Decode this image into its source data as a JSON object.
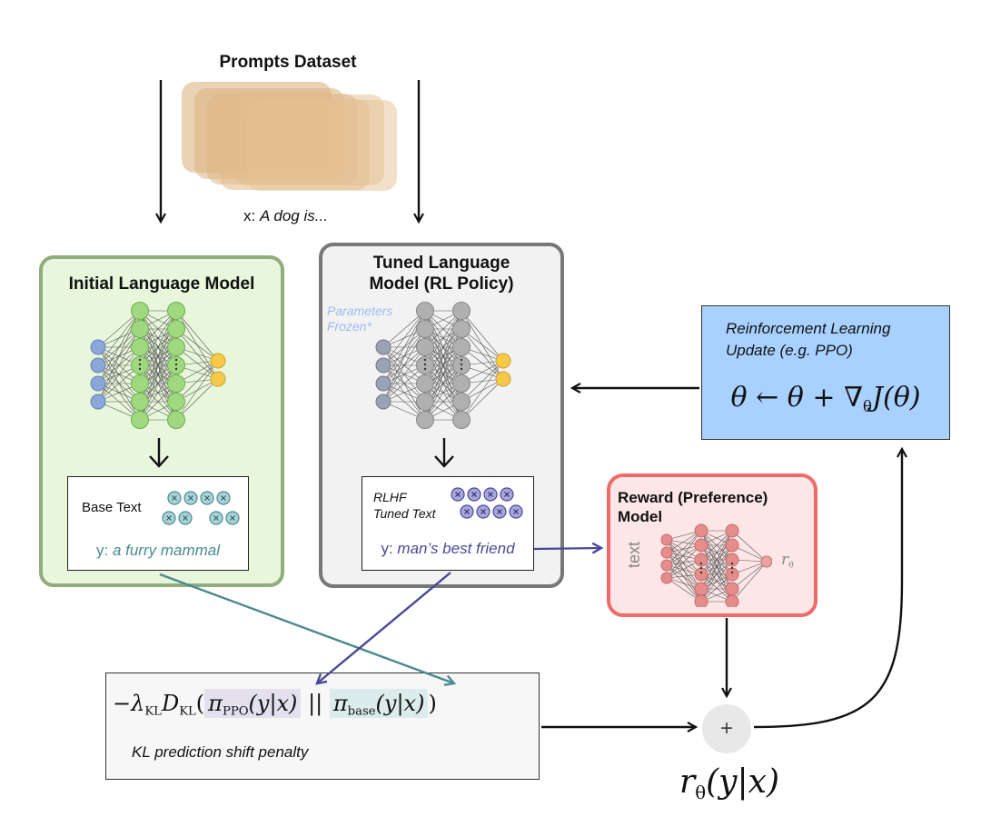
{
  "prompts": {
    "title": "Prompts Dataset",
    "x_label": "x:",
    "x_text": "A dog is..."
  },
  "initial_model": {
    "title": "Initial Language Model",
    "output_label": "Base Text",
    "y_label": "y:",
    "y_text": "a furry mammal"
  },
  "tuned_model": {
    "title_line1": "Tuned Language",
    "title_line2": "Model (RL Policy)",
    "frozen_line1": "Parameters",
    "frozen_line2": "Frozen*",
    "output_label_line1": "RLHF",
    "output_label_line2": "Tuned Text",
    "y_label": "y:",
    "y_text": "man’s best friend"
  },
  "rl_update": {
    "line1": "Reinforcement Learning",
    "line2": "Update (e.g. PPO)",
    "theta": "θ",
    "arrow": "←",
    "plus": "+",
    "nabla": "∇",
    "J": "J",
    "paren_theta": "(θ)"
  },
  "reward_model": {
    "title_line1": "Reward (Preference)",
    "title_line2": "Model",
    "input_label": "text",
    "r": "r",
    "theta": "θ"
  },
  "kl": {
    "minus_lambda": "−λ",
    "kl_sub": "KL",
    "D": "D",
    "open_paren": "(",
    "pi": "π",
    "ppo_sub": "PPO",
    "yx": "(y|x)",
    "separator": "||",
    "base_sub": "base",
    "close_paren": ")",
    "caption": "KL prediction shift penalty"
  },
  "sum": {
    "plus": "+"
  },
  "reward_output": {
    "r": "r",
    "theta": "θ",
    "yx": "(y|x)"
  },
  "colors": {
    "green_fill": "#e8f7dc",
    "green_border": "#8fad7d",
    "gray_fill": "#f2f2f2",
    "gray_border": "#777777",
    "blue_fill": "#a8d1ff",
    "red_fill": "#fde6e6",
    "red_border": "#ee6b6b",
    "teal": "#4a8a91",
    "purple": "#4b4896",
    "light_blue_text": "#9cbcf2"
  }
}
